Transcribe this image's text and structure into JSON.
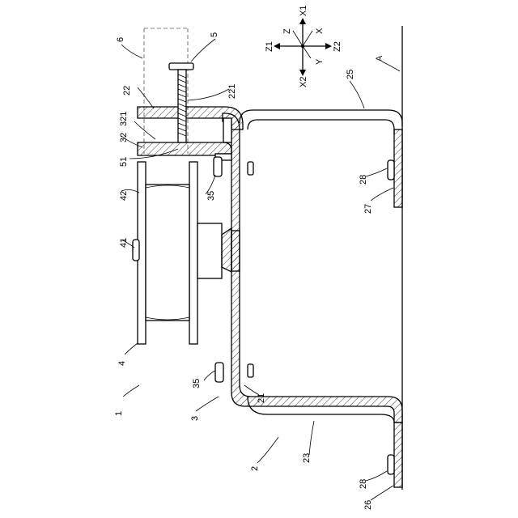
{
  "labels": {
    "l1": "1",
    "l2": "2",
    "l3": "3",
    "l4": "4",
    "l5": "5",
    "l6": "6",
    "l21": "21",
    "l22": "22",
    "l221": "221",
    "l23": "23",
    "l25": "25",
    "l26": "26",
    "l27": "27",
    "l28a": "28",
    "l28b": "28",
    "l32": "32",
    "l321": "321",
    "l35a": "35",
    "l35b": "35",
    "l41": "41",
    "l42": "42",
    "l51": "51",
    "lA": "A"
  },
  "axes": {
    "x1": "X1",
    "x2": "X2",
    "z1": "Z1",
    "z2": "Z2",
    "x": "X",
    "y": "Y",
    "z": "Z"
  }
}
